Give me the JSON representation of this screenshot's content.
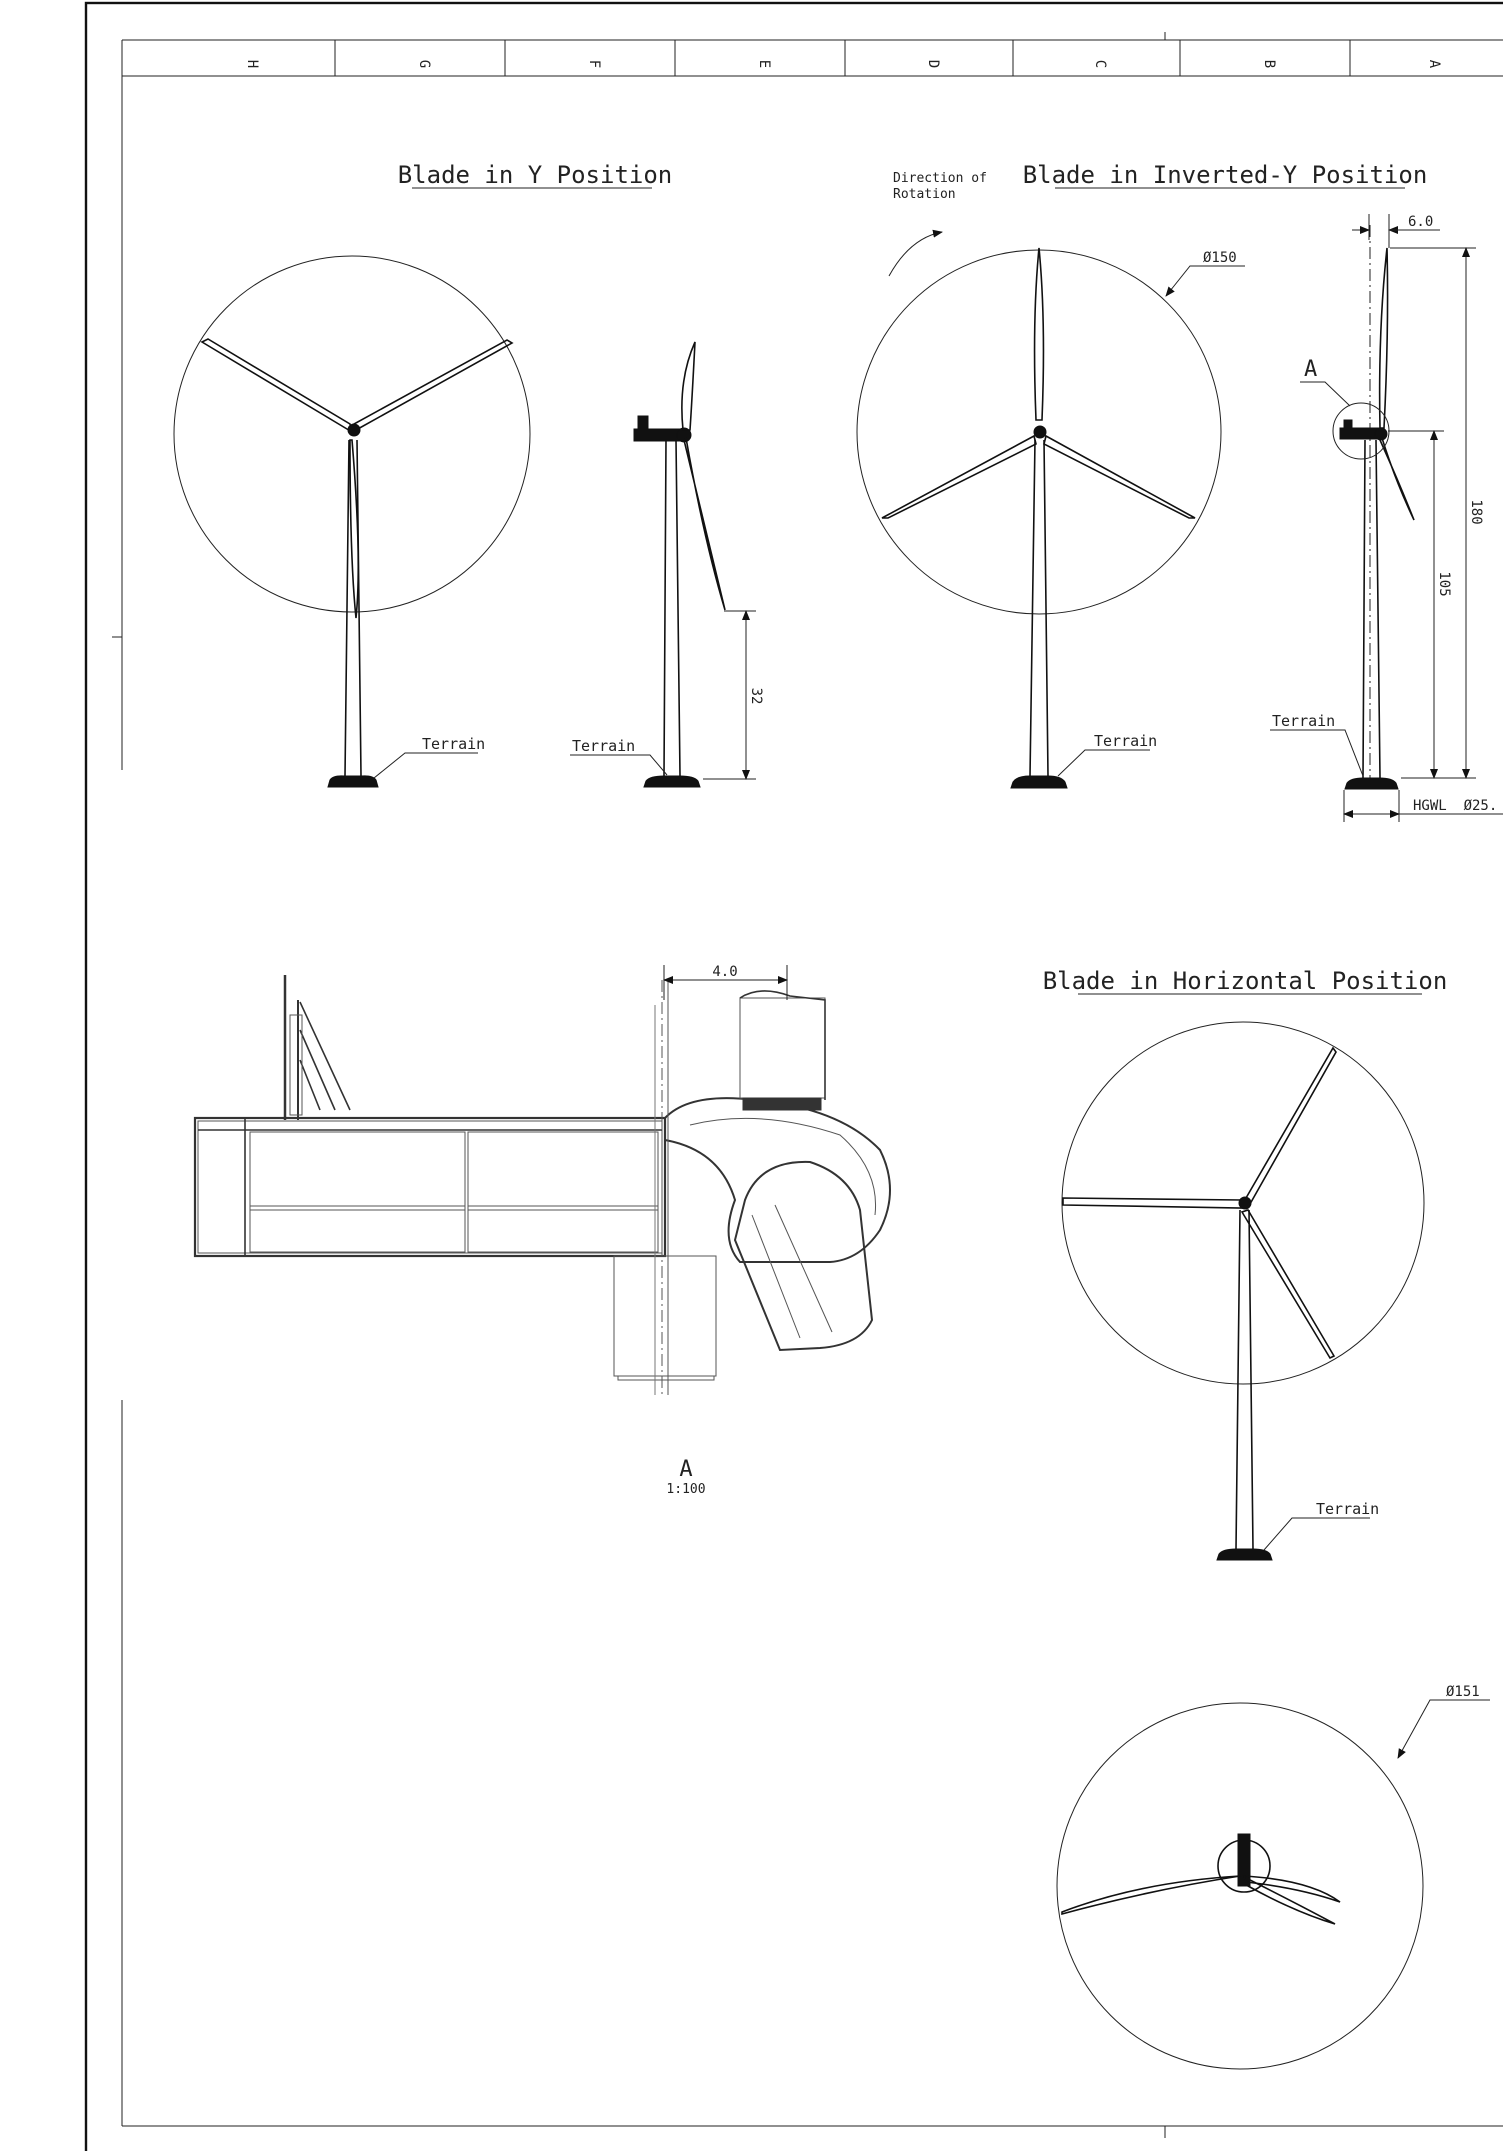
{
  "zone_letters": [
    "H",
    "G",
    "F",
    "E",
    "D",
    "C",
    "B",
    "A"
  ],
  "views": {
    "y_position": {
      "title": "Blade in Y Position",
      "terrain_labels": [
        "Terrain",
        "Terrain"
      ],
      "dim_hub_clearance": "32"
    },
    "inverted_y": {
      "title": "Blade in Inverted-Y Position",
      "rotation_note": [
        "Direction of",
        "Rotation"
      ],
      "rotor_diameter": "Ø150",
      "terrain_labels": [
        "Terrain",
        "Terrain"
      ],
      "detail_ref": "A",
      "dim_tower_offset": "6.0",
      "dim_total_height": "180",
      "dim_hub_height": "105",
      "foundation": "HGWL  Ø25."
    },
    "detail_a": {
      "dim_width": "4.0",
      "label": "A",
      "scale": "1:100"
    },
    "horizontal": {
      "title": "Blade in Horizontal Position",
      "terrain_label": "Terrain"
    },
    "plan": {
      "rotor_diameter": "Ø151"
    }
  }
}
